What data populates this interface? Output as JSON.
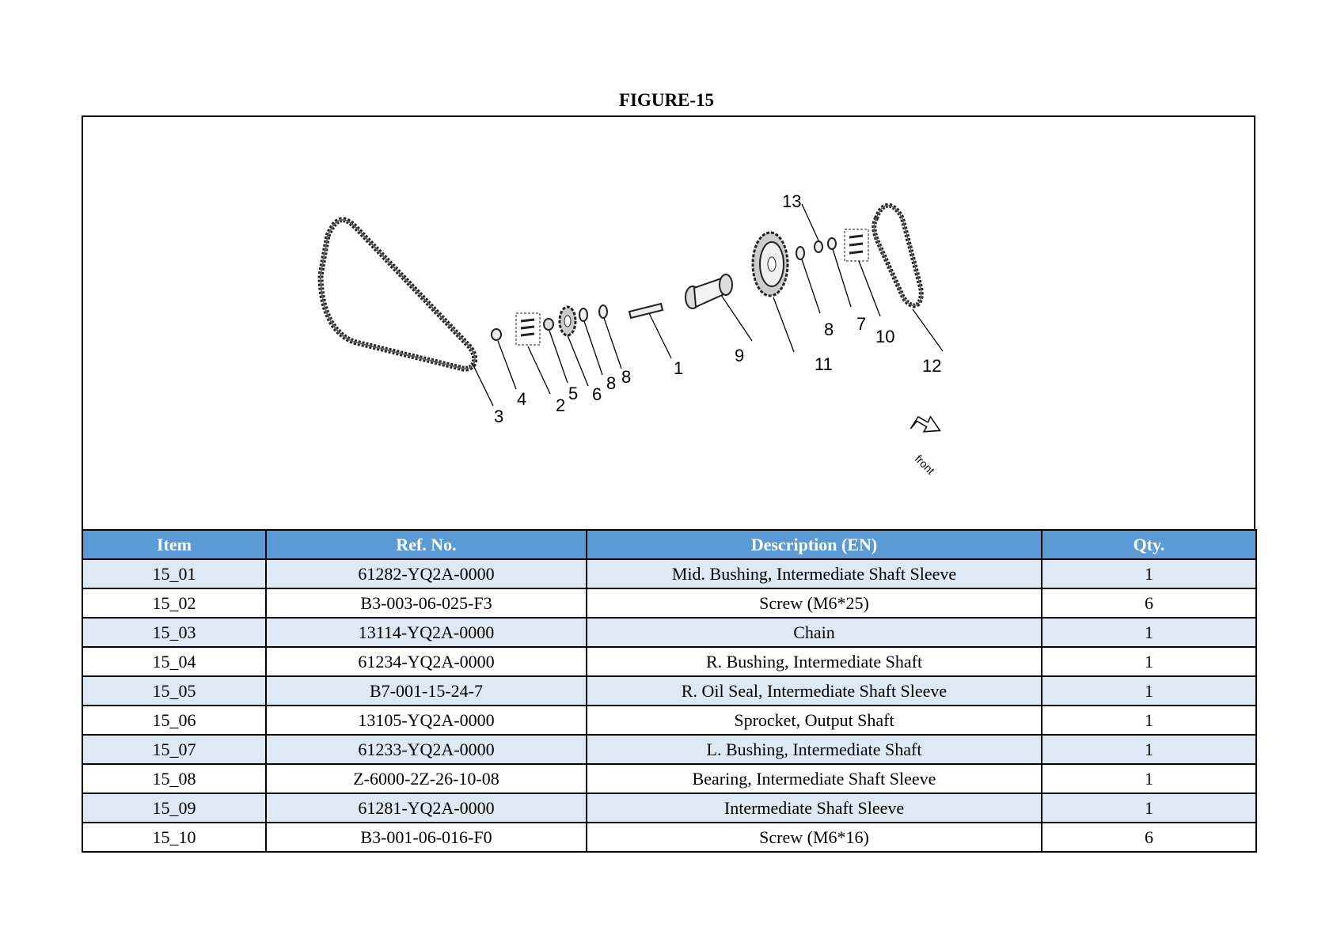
{
  "figure_title": "FIGURE-15",
  "diagram": {
    "callouts": [
      "1",
      "2",
      "3",
      "4",
      "5",
      "6",
      "8",
      "8",
      "9",
      "10",
      "11",
      "12",
      "13",
      "7",
      "8"
    ],
    "front_label": "front"
  },
  "table": {
    "headers": [
      "Item",
      "Ref. No.",
      "Description (EN)",
      "Qty."
    ],
    "rows": [
      {
        "item": "15_01",
        "ref": "61282-YQ2A-0000",
        "desc": "Mid. Bushing,  Intermediate Shaft Sleeve",
        "qty": "1"
      },
      {
        "item": "15_02",
        "ref": "B3-003-06-025-F3",
        "desc": "Screw (M6*25)",
        "qty": "6"
      },
      {
        "item": "15_03",
        "ref": "13114-YQ2A-0000",
        "desc": "Chain",
        "qty": "1"
      },
      {
        "item": "15_04",
        "ref": "61234-YQ2A-0000",
        "desc": "R. Bushing, Intermediate Shaft",
        "qty": "1"
      },
      {
        "item": "15_05",
        "ref": "B7-001-15-24-7",
        "desc": "R. Oil Seal, Intermediate Shaft Sleeve",
        "qty": "1"
      },
      {
        "item": "15_06",
        "ref": "13105-YQ2A-0000",
        "desc": "Sprocket, Output Shaft",
        "qty": "1"
      },
      {
        "item": "15_07",
        "ref": "61233-YQ2A-0000",
        "desc": "L. Bushing, Intermediate Shaft",
        "qty": "1"
      },
      {
        "item": "15_08",
        "ref": "Z-6000-2Z-26-10-08",
        "desc": "Bearing, Intermediate Shaft Sleeve",
        "qty": "1"
      },
      {
        "item": "15_09",
        "ref": "61281-YQ2A-0000",
        "desc": "Intermediate Shaft Sleeve",
        "qty": "1"
      },
      {
        "item": "15_10",
        "ref": "B3-001-06-016-F0",
        "desc": "Screw (M6*16)",
        "qty": "6"
      }
    ]
  },
  "colors": {
    "header_bg": "#5b9bd5",
    "shaded_row_bg": "#dde9f5"
  }
}
